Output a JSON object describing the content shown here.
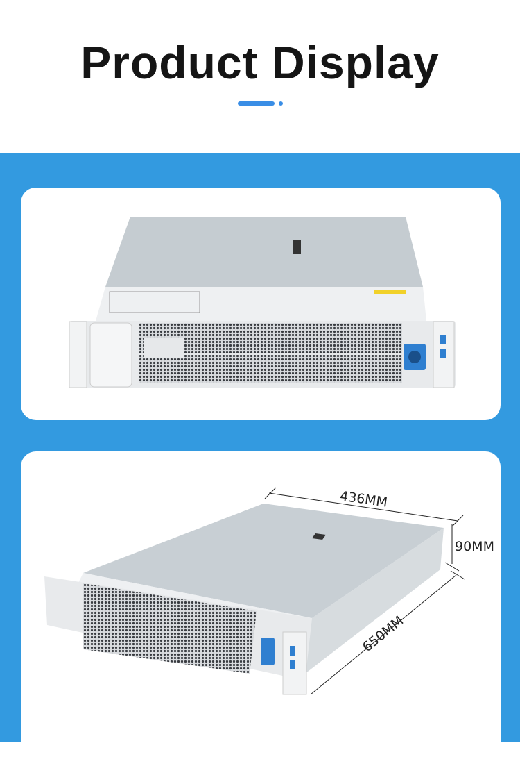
{
  "header": {
    "title": "Product Display"
  },
  "colors": {
    "accent": "#3a8ee6",
    "background_blue": "#339ae0",
    "handle_blue": "#2f7fd0"
  },
  "product_views": [
    {
      "view": "front"
    },
    {
      "view": "angled-with-dimensions",
      "dimensions": {
        "width": "436MM",
        "height": "90MM",
        "depth": "650MM"
      }
    }
  ]
}
